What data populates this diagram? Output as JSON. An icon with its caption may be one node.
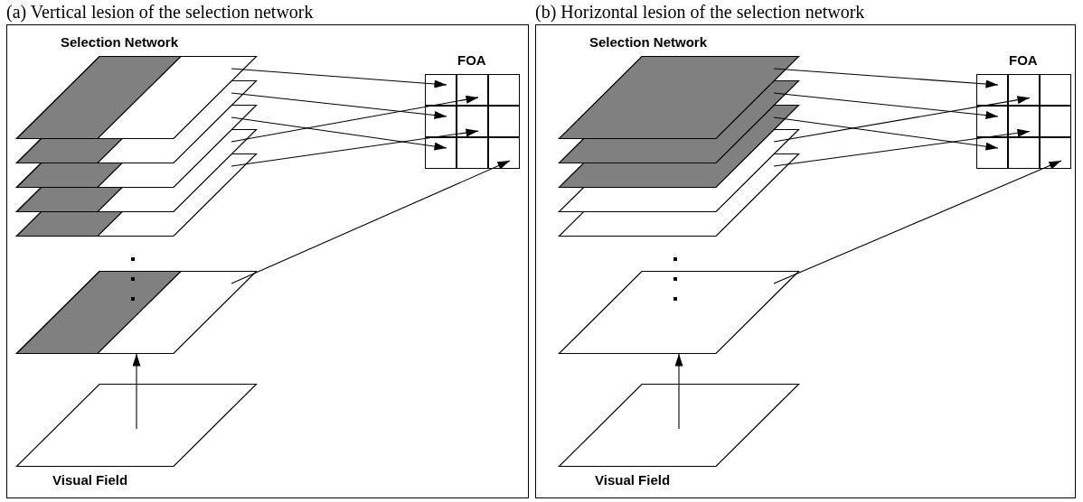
{
  "diagram": {
    "nodes": [
      {
        "text": [
          "(a) Vertical lesion of the selection network"
        ]
      },
      {
        "text": [],
        "shape": "parallelogram",
        "in": 0
      },
      {
        "text": [],
        "shape": "parallelogram",
        "in": 0
      },
      {
        "text": [],
        "shape": "parallelogram",
        "in": 0
      },
      {
        "text": [],
        "shape": "parallelogram",
        "in": 0
      },
      {
        "text": [],
        "shape": "parallelogram",
        "in": 0
      },
      {
        "text": [],
        "shape": "parallelogram",
        "in": 0
      },
      {
        "text": [
          "Visual Field"
        ],
        "in": 0
      },
      {
        "text": [
          "FOA"
        ],
        "in": 0
      },
      {
        "text": [],
        "shape": "box",
        "in": 8
      },
      {
        "text": [],
        "shape": "box",
        "in": 8
      },
      {
        "text": [],
        "shape": "box",
        "in": 8
      },
      {
        "text": [],
        "shape": "box",
        "in": 8
      },
      {
        "text": [],
        "shape": "box",
        "in": 8
      },
      {
        "text": [],
        "shape": "box",
        "in": 8
      },
      {
        "text": [],
        "shape": "box",
        "in": 8
      },
      {
        "text": [],
        "shape": "box",
        "in": 8
      },
      {
        "text": [],
        "shape": "box",
        "in": 8
      },
      {
        "text": [
          "(b) Horizontal lesion of the selection network"
        ]
      },
      {
        "text": [],
        "shape": "parallelogram",
        "in": 18
      },
      {
        "text": [],
        "shape": "parallelogram",
        "in": 18
      },
      {
        "text": [],
        "shape": "parallelogram",
        "in": 18
      },
      {
        "text": [],
        "shape": "parallelogram",
        "in": 18
      },
      {
        "text": [],
        "shape": "parallelogram",
        "in": 18
      },
      {
        "text": [],
        "shape": "parallelogram",
        "in": 18
      },
      {
        "text": [
          "Visual Field"
        ],
        "in": 18
      },
      {
        "text": [
          "FOA"
        ],
        "in": 18
      },
      {
        "text": [],
        "shape": "box",
        "in": 26
      },
      {
        "text": [],
        "shape": "box",
        "in": 26
      },
      {
        "text": [],
        "shape": "box",
        "in": 26
      },
      {
        "text": [],
        "shape": "box",
        "in": 26
      },
      {
        "text": [],
        "shape": "box",
        "in": 26
      },
      {
        "text": [],
        "shape": "box",
        "in": 26
      },
      {
        "text": [],
        "shape": "box",
        "in": 26
      },
      {
        "text": [],
        "shape": "box",
        "in": 26
      },
      {
        "text": [],
        "shape": "box",
        "in": 26
      }
    ],
    "edges": [
      {
        "from": 7,
        "to": 6,
        "arrow": "to"
      },
      {
        "from": 1,
        "to": 9,
        "arrow": "to"
      },
      {
        "from": 2,
        "to": 12,
        "arrow": "to"
      },
      {
        "from": 3,
        "to": 15,
        "arrow": "to"
      },
      {
        "from": 4,
        "to": 10,
        "arrow": "to"
      },
      {
        "from": 5,
        "to": 13,
        "arrow": "to"
      },
      {
        "from": 6,
        "to": 17,
        "arrow": "to"
      },
      {
        "from": 25,
        "to": 24,
        "arrow": "to"
      },
      {
        "from": 19,
        "to": 27,
        "arrow": "to"
      },
      {
        "from": 20,
        "to": 30,
        "arrow": "to"
      },
      {
        "from": 21,
        "to": 33,
        "arrow": "to"
      },
      {
        "from": 22,
        "to": 28,
        "arrow": "to"
      },
      {
        "from": 23,
        "to": 31,
        "arrow": "to"
      },
      {
        "from": 24,
        "to": 35,
        "arrow": "to"
      }
    ],
    "labels": [
      "Selection Network",
      "Selection Network"
    ]
  }
}
